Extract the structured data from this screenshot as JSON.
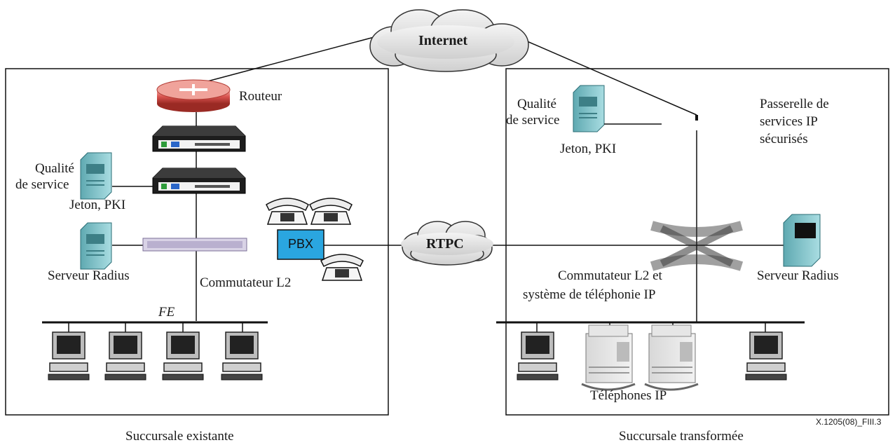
{
  "clouds": {
    "internet": "Internet",
    "rtpc": "RTPC"
  },
  "left_branch": {
    "caption": "Succursale existante",
    "router": "Routeur",
    "qos_line1": "Qualité",
    "qos_line2": "de service",
    "token": "Jeton, PKI",
    "radius": "Serveur Radius",
    "switch": "Commutateur L2",
    "bus": "FE",
    "pbx": "PBX"
  },
  "right_branch": {
    "caption": "Succursale transformée",
    "qos_line1": "Qualité",
    "qos_line2": "de service",
    "token": "Jeton, PKI",
    "gateway_line1": "Passerelle de",
    "gateway_line2": "services IP",
    "gateway_line3": "sécurisés",
    "switch_line1": "Commutateur L2 et",
    "switch_line2": "système de téléphonie IP",
    "radius": "Serveur Radius",
    "phones": "Téléphones IP"
  },
  "figure_ref": "X.1205(08)_FIII.3",
  "colors": {
    "line": "#111111",
    "cloud_fill": "#e6e6e6",
    "router_red": "#d9534f",
    "server_teal": "#8fc9cf",
    "pbx_fill": "#2aa6e0"
  }
}
